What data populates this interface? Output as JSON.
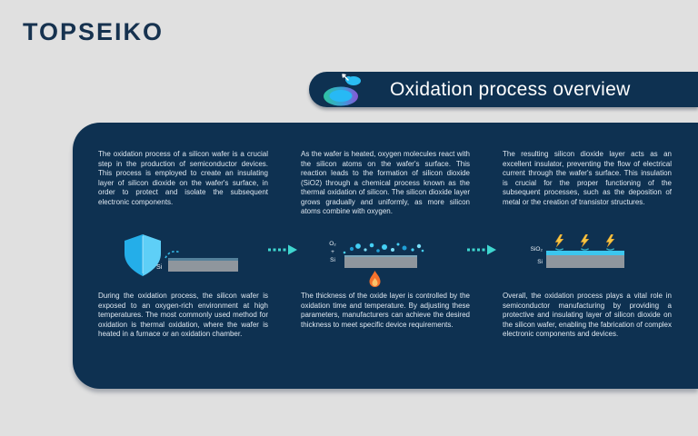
{
  "logo": {
    "text": "TOPSEIKO"
  },
  "banner": {
    "title": "Oxidation process overview",
    "icon": "wafer-dropper-icon"
  },
  "card": {
    "columns": [
      {
        "top": "The oxidation process of a silicon wafer is a crucial step in the production of semiconductor devices. This process is employed to create an insulating layer of silicon dioxide on the wafer's surface, in order to protect and isolate the subsequent electronic components.",
        "bottom": "During the oxidation process, the silicon wafer is exposed to an oxygen-rich environment at high temperatures. The most commonly used method for oxidation is thermal oxidation, where the wafer is heated in a furnace or an oxidation chamber."
      },
      {
        "top": "As the wafer is heated, oxygen molecules react with the silicon atoms on the wafer's surface. This reaction leads to the formation of silicon dioxide (SiO2) through a chemical process known as the thermal oxidation of silicon. The silicon dioxide layer grows gradually and uniformly, as more silicon atoms combine with oxygen.",
        "bottom": "The thickness of the oxide layer is controlled by the oxidation time and temperature. By adjusting these parameters, manufacturers can achieve the desired thickness to meet specific device requirements."
      },
      {
        "top": "The resulting silicon dioxide layer acts as an excellent insulator, preventing the flow of electrical current through the wafer's surface. This insulation is crucial for the proper functioning of the subsequent processes, such as the deposition of metal or the creation of transistor structures.",
        "bottom": "Overall, the oxidation process plays a vital role in semiconductor manufacturing by providing a protective and insulating layer of silicon dioxide on the silicon wafer, enabling the fabrication of complex electronic components and devices."
      }
    ]
  },
  "diagrams": {
    "shield": {
      "substrate_label": "Si"
    },
    "oxidation": {
      "reactants": [
        "O₂",
        "+",
        "Si"
      ]
    },
    "result": {
      "oxide_label": "SiO₂",
      "substrate_label": "Si"
    }
  },
  "colors": {
    "background": "#e0e0e0",
    "navy": "#0e3151",
    "text": "#dfe8f1",
    "cyan_accent": "#3cc6ee",
    "teal_arrow": "#3fd6cf",
    "flame_orange": "#f4712c",
    "bolt_yellow": "#f7c843",
    "wafer_gray": "#8f969d"
  }
}
